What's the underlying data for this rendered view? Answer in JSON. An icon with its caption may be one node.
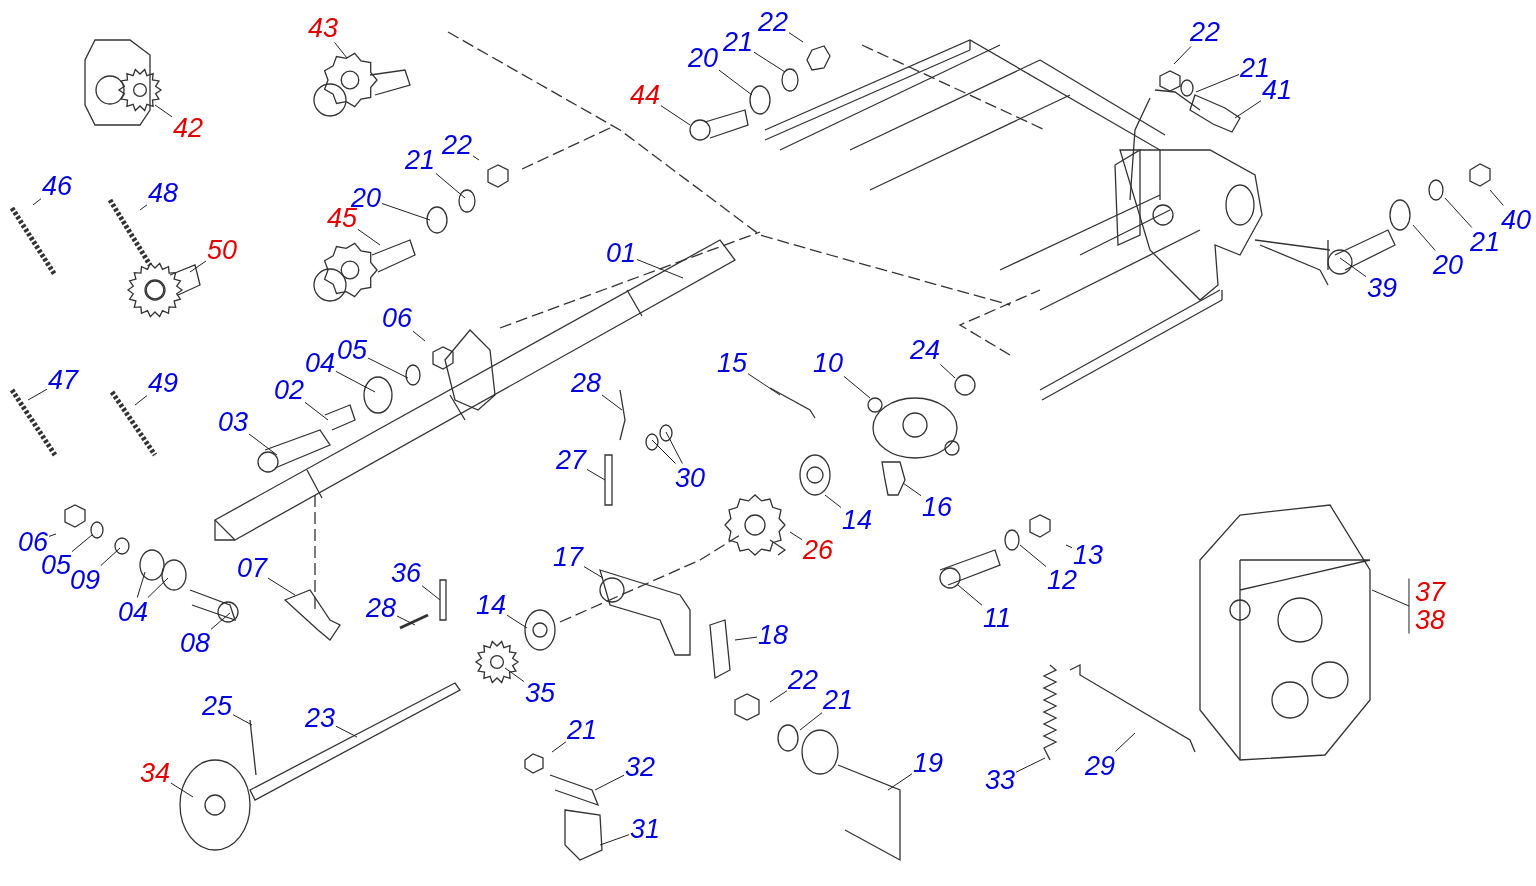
{
  "diagram": {
    "nodes": [
      {
        "text": [
          "43"
        ]
      },
      {
        "text": [
          "44"
        ]
      },
      {
        "text": [
          "20"
        ]
      },
      {
        "text": [
          "21"
        ]
      },
      {
        "text": [
          "22"
        ]
      },
      {
        "text": [
          "22"
        ]
      },
      {
        "text": [
          "21"
        ]
      },
      {
        "text": [
          "41"
        ]
      },
      {
        "text": [
          "42"
        ]
      },
      {
        "text": [
          "46"
        ]
      },
      {
        "text": [
          "48"
        ]
      },
      {
        "text": [
          "50"
        ]
      },
      {
        "text": [
          "20"
        ]
      },
      {
        "text": [
          "21"
        ]
      },
      {
        "text": [
          "22"
        ]
      },
      {
        "text": [
          "45"
        ]
      },
      {
        "text": [
          "40"
        ]
      },
      {
        "text": [
          "21"
        ]
      },
      {
        "text": [
          "20"
        ]
      },
      {
        "text": [
          "39"
        ]
      },
      {
        "text": [
          "01"
        ]
      },
      {
        "text": [
          "24"
        ]
      },
      {
        "text": [
          "10"
        ]
      },
      {
        "text": [
          "15"
        ]
      },
      {
        "text": [
          "06"
        ]
      },
      {
        "text": [
          "05"
        ]
      },
      {
        "text": [
          "04"
        ]
      },
      {
        "text": [
          "02"
        ]
      },
      {
        "text": [
          "03"
        ]
      },
      {
        "text": [
          "47"
        ]
      },
      {
        "text": [
          "49"
        ]
      },
      {
        "text": [
          "28"
        ]
      },
      {
        "text": [
          "27"
        ]
      },
      {
        "text": [
          "30"
        ]
      },
      {
        "text": [
          "16"
        ]
      },
      {
        "text": [
          "14"
        ]
      },
      {
        "text": [
          "26"
        ]
      },
      {
        "text": [
          "13"
        ]
      },
      {
        "text": [
          "12"
        ]
      },
      {
        "text": [
          "11"
        ]
      },
      {
        "text": [
          "06"
        ]
      },
      {
        "text": [
          "05"
        ]
      },
      {
        "text": [
          "09"
        ]
      },
      {
        "text": [
          "04"
        ]
      },
      {
        "text": [
          "08"
        ]
      },
      {
        "text": [
          "07"
        ]
      },
      {
        "text": [
          "17"
        ]
      },
      {
        "text": [
          "36"
        ]
      },
      {
        "text": [
          "28"
        ]
      },
      {
        "text": [
          "14"
        ]
      },
      {
        "text": [
          "35"
        ]
      },
      {
        "text": [
          "18"
        ]
      },
      {
        "text": [
          "37"
        ]
      },
      {
        "text": [
          "38"
        ]
      },
      {
        "text": [
          "22"
        ]
      },
      {
        "text": [
          "21"
        ]
      },
      {
        "text": [
          "25"
        ]
      },
      {
        "text": [
          "23"
        ]
      },
      {
        "text": [
          "21"
        ]
      },
      {
        "text": [
          "32"
        ]
      },
      {
        "text": [
          "19"
        ]
      },
      {
        "text": [
          "33"
        ]
      },
      {
        "text": [
          "29"
        ]
      },
      {
        "text": [
          "34"
        ]
      },
      {
        "text": [
          "31"
        ]
      }
    ],
    "edges": [
      {
        "from": 0,
        "to": null,
        "arrow": "none"
      },
      {
        "from": 1,
        "to": null,
        "arrow": "none"
      },
      {
        "from": 2,
        "to": null,
        "arrow": "none"
      },
      {
        "from": 3,
        "to": null,
        "arrow": "none"
      },
      {
        "from": 4,
        "to": null,
        "arrow": "none"
      },
      {
        "from": 5,
        "to": null,
        "arrow": "none"
      },
      {
        "from": 6,
        "to": null,
        "arrow": "none"
      },
      {
        "from": 7,
        "to": null,
        "arrow": "none"
      },
      {
        "from": 8,
        "to": null,
        "arrow": "none"
      },
      {
        "from": 9,
        "to": null,
        "arrow": "none"
      },
      {
        "from": 10,
        "to": null,
        "arrow": "none"
      },
      {
        "from": 11,
        "to": null,
        "arrow": "none"
      },
      {
        "from": 12,
        "to": null,
        "arrow": "none"
      },
      {
        "from": 13,
        "to": null,
        "arrow": "none"
      },
      {
        "from": 14,
        "to": null,
        "arrow": "none"
      },
      {
        "from": 15,
        "to": null,
        "arrow": "none"
      },
      {
        "from": 16,
        "to": null,
        "arrow": "none"
      },
      {
        "from": 17,
        "to": null,
        "arrow": "none"
      },
      {
        "from": 18,
        "to": null,
        "arrow": "none"
      },
      {
        "from": 19,
        "to": null,
        "arrow": "none"
      },
      {
        "from": 20,
        "to": null,
        "arrow": "none"
      },
      {
        "from": 21,
        "to": null,
        "arrow": "none"
      },
      {
        "from": 22,
        "to": null,
        "arrow": "none"
      },
      {
        "from": 23,
        "to": null,
        "arrow": "none"
      },
      {
        "from": 24,
        "to": null,
        "arrow": "none"
      },
      {
        "from": 25,
        "to": null,
        "arrow": "none"
      },
      {
        "from": 26,
        "to": null,
        "arrow": "none"
      },
      {
        "from": 27,
        "to": null,
        "arrow": "none"
      },
      {
        "from": 28,
        "to": null,
        "arrow": "none"
      },
      {
        "from": 29,
        "to": null,
        "arrow": "none"
      },
      {
        "from": 30,
        "to": null,
        "arrow": "none"
      },
      {
        "from": 31,
        "to": null,
        "arrow": "none"
      },
      {
        "from": 32,
        "to": null,
        "arrow": "none"
      },
      {
        "from": 33,
        "to": null,
        "arrow": "none"
      },
      {
        "from": 33,
        "to": null,
        "arrow": "none"
      },
      {
        "from": 34,
        "to": null,
        "arrow": "none"
      },
      {
        "from": 35,
        "to": null,
        "arrow": "none"
      },
      {
        "from": 36,
        "to": null,
        "arrow": "none"
      },
      {
        "from": 37,
        "to": null,
        "arrow": "none"
      },
      {
        "from": 38,
        "to": null,
        "arrow": "none"
      },
      {
        "from": 39,
        "to": null,
        "arrow": "none"
      },
      {
        "from": 40,
        "to": null,
        "arrow": "none"
      },
      {
        "from": 41,
        "to": null,
        "arrow": "none"
      },
      {
        "from": 42,
        "to": null,
        "arrow": "none"
      },
      {
        "from": 43,
        "to": null,
        "arrow": "none"
      },
      {
        "from": 43,
        "to": null,
        "arrow": "none"
      },
      {
        "from": 44,
        "to": null,
        "arrow": "none"
      },
      {
        "from": 45,
        "to": null,
        "arrow": "none"
      },
      {
        "from": 46,
        "to": null,
        "arrow": "none"
      },
      {
        "from": 47,
        "to": null,
        "arrow": "none"
      },
      {
        "from": 48,
        "to": null,
        "arrow": "none"
      },
      {
        "from": 49,
        "to": null,
        "arrow": "none"
      },
      {
        "from": 50,
        "to": null,
        "arrow": "none"
      },
      {
        "from": 51,
        "to": null,
        "arrow": "none"
      },
      {
        "from": 52,
        "to": null,
        "arrow": "none"
      },
      {
        "from": 53,
        "to": null,
        "arrow": "none"
      },
      {
        "from": 54,
        "to": null,
        "arrow": "none"
      },
      {
        "from": 55,
        "to": null,
        "arrow": "none"
      },
      {
        "from": 56,
        "to": null,
        "arrow": "none"
      },
      {
        "from": 57,
        "to": null,
        "arrow": "none"
      },
      {
        "from": 58,
        "to": null,
        "arrow": "none"
      },
      {
        "from": 59,
        "to": null,
        "arrow": "none"
      },
      {
        "from": 60,
        "to": null,
        "arrow": "none"
      },
      {
        "from": 61,
        "to": null,
        "arrow": "none"
      },
      {
        "from": 62,
        "to": null,
        "arrow": "none"
      },
      {
        "from": 63,
        "to": null,
        "arrow": "none"
      },
      {
        "from": 64,
        "to": null,
        "arrow": "none"
      }
    ]
  }
}
